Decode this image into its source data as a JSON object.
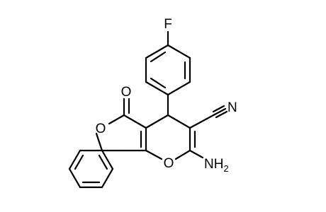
{
  "molecule": {
    "labels": {
      "fluorine": "F",
      "carbonyl_oxygen": "O",
      "lactone_oxygen": "O",
      "pyran_oxygen": "O",
      "nitrile_nitrogen": "N",
      "amino_N": "NH",
      "amino_subscript": "2"
    }
  }
}
